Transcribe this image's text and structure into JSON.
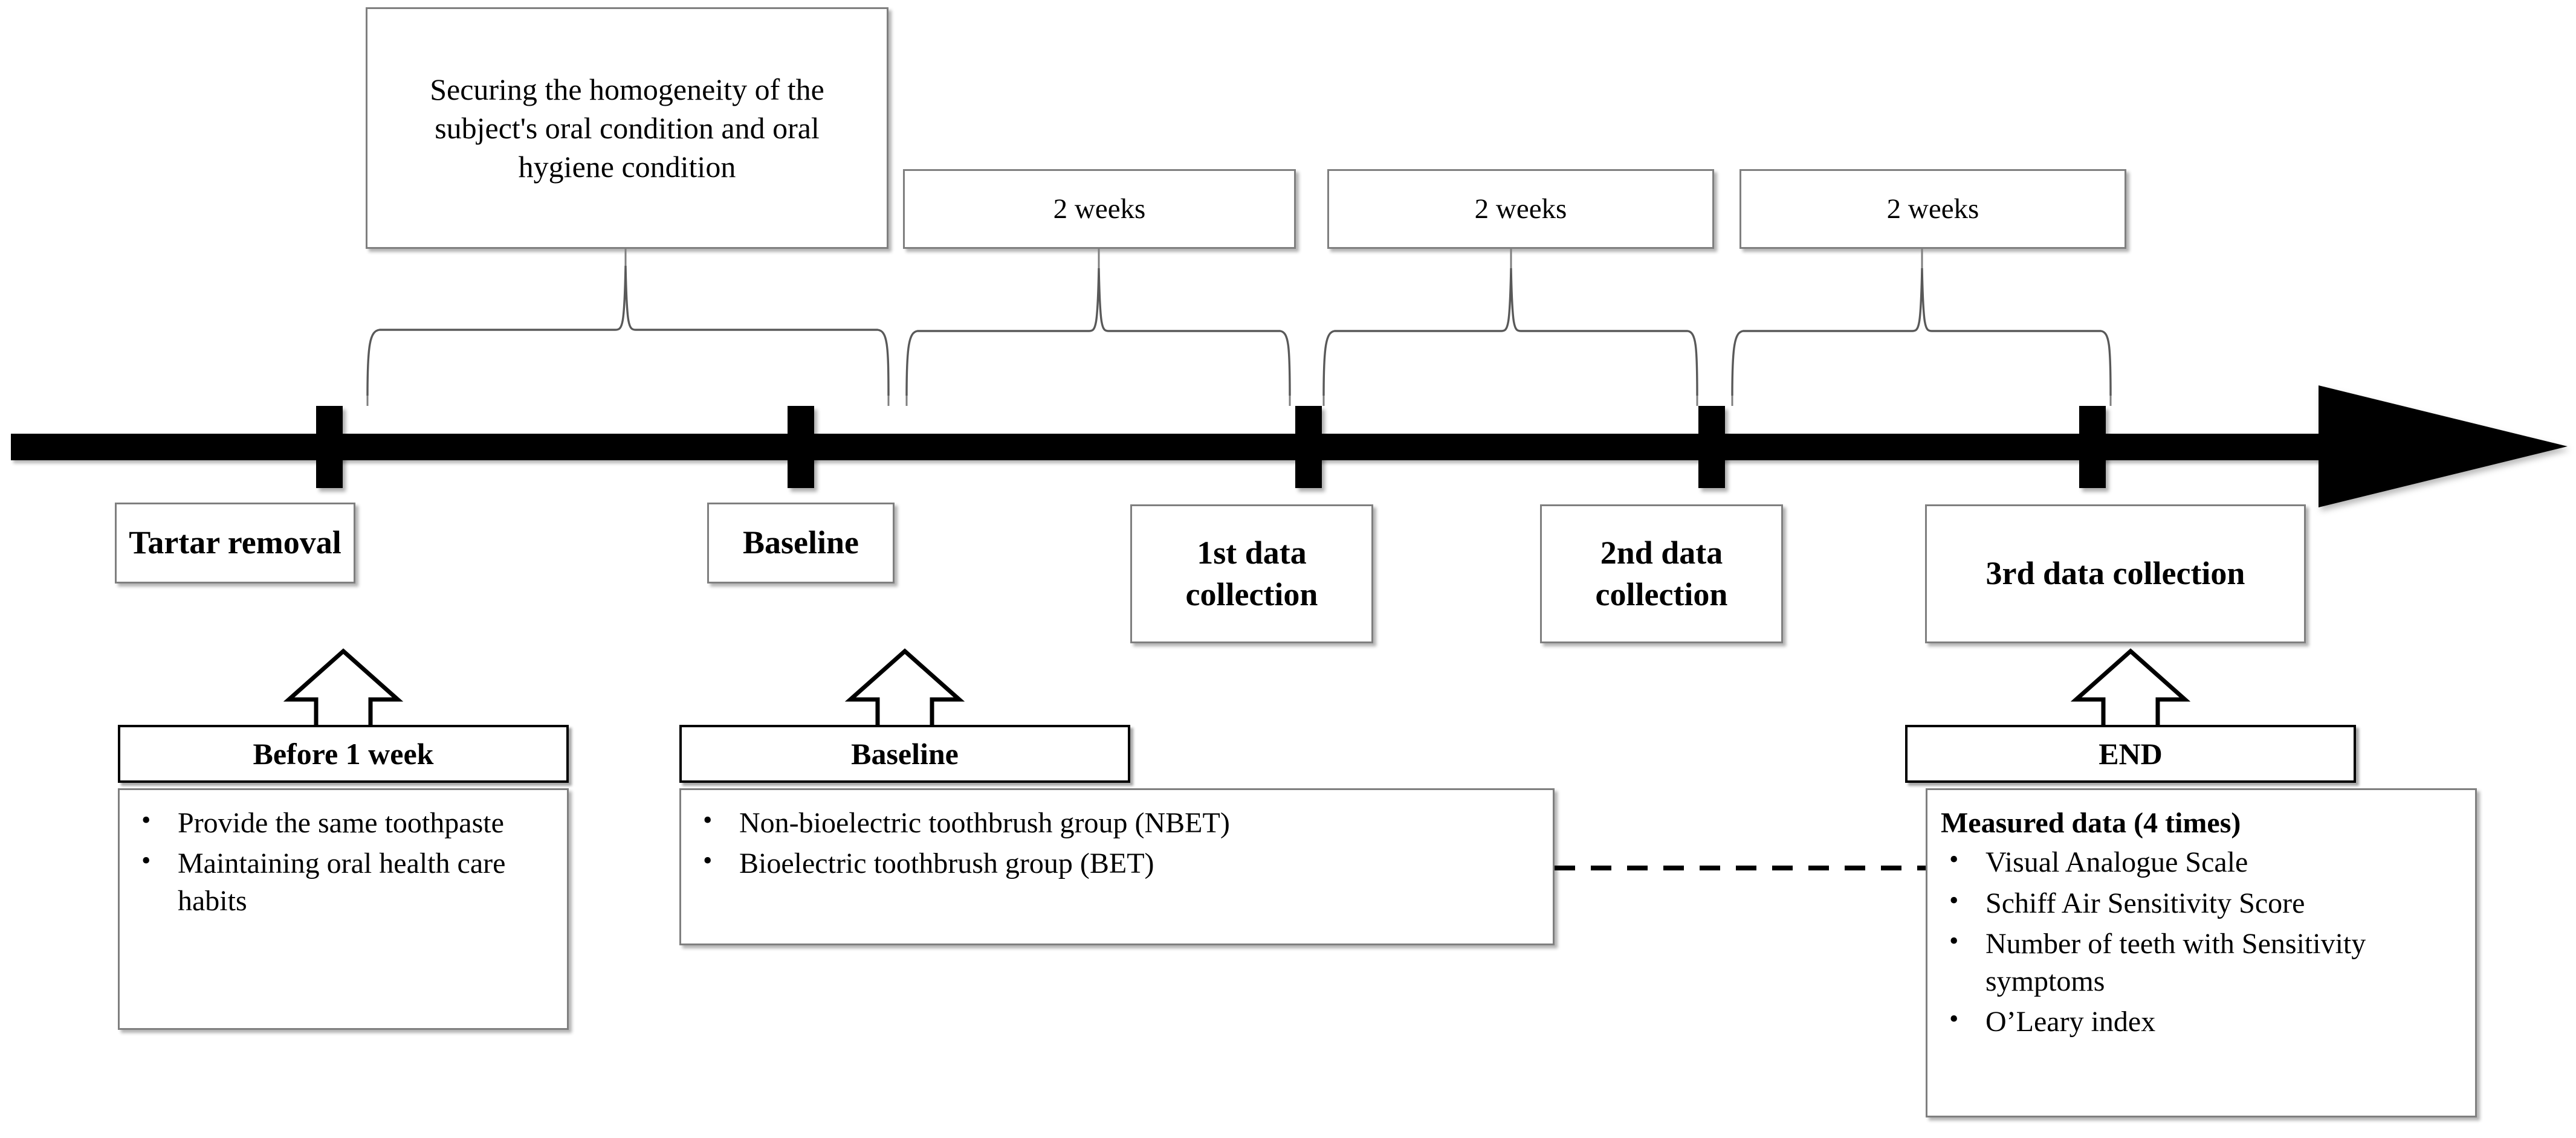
{
  "diagram": {
    "title": "Clinical study timeline",
    "colors": {
      "box_border": "#7f7f7f",
      "banner_border": "#000000",
      "axis": "#000000",
      "brace": "#595959",
      "text": "#000000",
      "background": "#ffffff"
    }
  },
  "top_boxes": [
    {
      "id": "homogeneity",
      "text": "Securing the homogeneity of the subject's oral condition and oral hygiene condition"
    },
    {
      "id": "interval-1",
      "text": "2 weeks"
    },
    {
      "id": "interval-2",
      "text": "2 weeks"
    },
    {
      "id": "interval-3",
      "text": "2 weeks"
    }
  ],
  "timeline": {
    "marker_count": 5,
    "events": [
      {
        "id": "tartar-removal",
        "label": "Tartar removal"
      },
      {
        "id": "baseline",
        "label": "Baseline"
      },
      {
        "id": "first-collection",
        "label": "1st data collection"
      },
      {
        "id": "second-collection",
        "label": "2nd data collection"
      },
      {
        "id": "third-collection",
        "label": "3rd data collection"
      }
    ]
  },
  "banners": [
    {
      "id": "before-1-week",
      "label": "Before 1 week"
    },
    {
      "id": "baseline-banner",
      "label": "Baseline"
    },
    {
      "id": "end-banner",
      "label": "END"
    }
  ],
  "note_boxes": {
    "pre_study": {
      "id": "pre-study-note",
      "title": "",
      "items": [
        "Provide the same toothpaste",
        "Maintaining oral health care habits"
      ]
    },
    "groups": {
      "id": "study-groups-note",
      "title": "",
      "items": [
        "Non-bioelectric toothbrush group (NBET)",
        "Bioelectric toothbrush group (BET)"
      ]
    },
    "measured": {
      "id": "measured-data-note",
      "title": "Measured data (4 times)",
      "items": [
        "Visual Analogue Scale",
        "Schiff Air Sensitivity Score",
        "Number of teeth with Sensitivity symptoms",
        "O’Leary index"
      ]
    }
  }
}
